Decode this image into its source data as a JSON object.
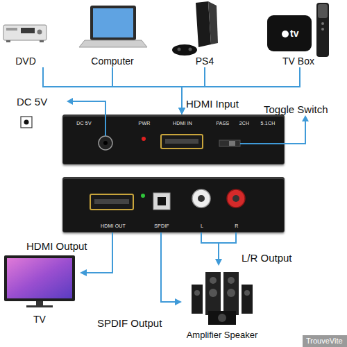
{
  "diagram": {
    "nodes": [
      {
        "text": [
          "DVD"
        ]
      },
      {
        "text": [
          "Computer"
        ]
      },
      {
        "text": [
          "PS4"
        ]
      },
      {
        "text": [
          "TV Box"
        ]
      },
      {
        "text": [
          "DC 5V",
          "PWR",
          "HDMI IN",
          "PASS",
          "2CH",
          "5.1CH"
        ]
      },
      {
        "text": [
          "HDMI OUT",
          "SPDIF",
          "L",
          "R"
        ]
      },
      {
        "text": [
          "TV"
        ]
      },
      {
        "text": [
          "Amplifier Speaker"
        ]
      }
    ],
    "edges": [
      {
        "from": 0,
        "to": 4,
        "arrow": "to"
      },
      {
        "from": 1,
        "to": 4,
        "arrow": "to"
      },
      {
        "from": 2,
        "to": 4,
        "arrow": "to"
      },
      {
        "from": 3,
        "to": 4,
        "arrow": "to"
      },
      {
        "from": 5,
        "to": 6,
        "label": "HDMI Output",
        "arrow": "to"
      },
      {
        "from": 5,
        "to": 7,
        "label": "SPDIF Output",
        "arrow": "to"
      },
      {
        "from": 5,
        "to": 7,
        "label": "L/R Output",
        "arrow": "to"
      }
    ],
    "labels": [
      "HDMI Input",
      "DC 5V",
      "Toggle Switch",
      "tv",
      "TrouveVite"
    ]
  }
}
